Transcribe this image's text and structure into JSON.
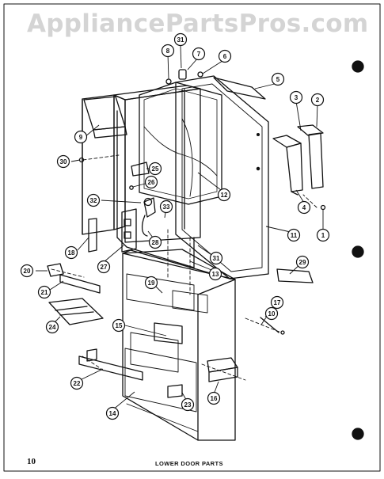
{
  "watermark": "AppliancePartsPros.com",
  "page_number": "10",
  "caption": "LOWER DOOR PARTS",
  "callouts": [
    "1",
    "2",
    "3",
    "4",
    "5",
    "6",
    "7",
    "8",
    "9",
    "10",
    "11",
    "12",
    "13",
    "14",
    "15",
    "16",
    "17",
    "18",
    "19",
    "20",
    "21",
    "22",
    "23",
    "24",
    "25",
    "26",
    "27",
    "28",
    "29",
    "30",
    "31",
    "32",
    "33"
  ]
}
